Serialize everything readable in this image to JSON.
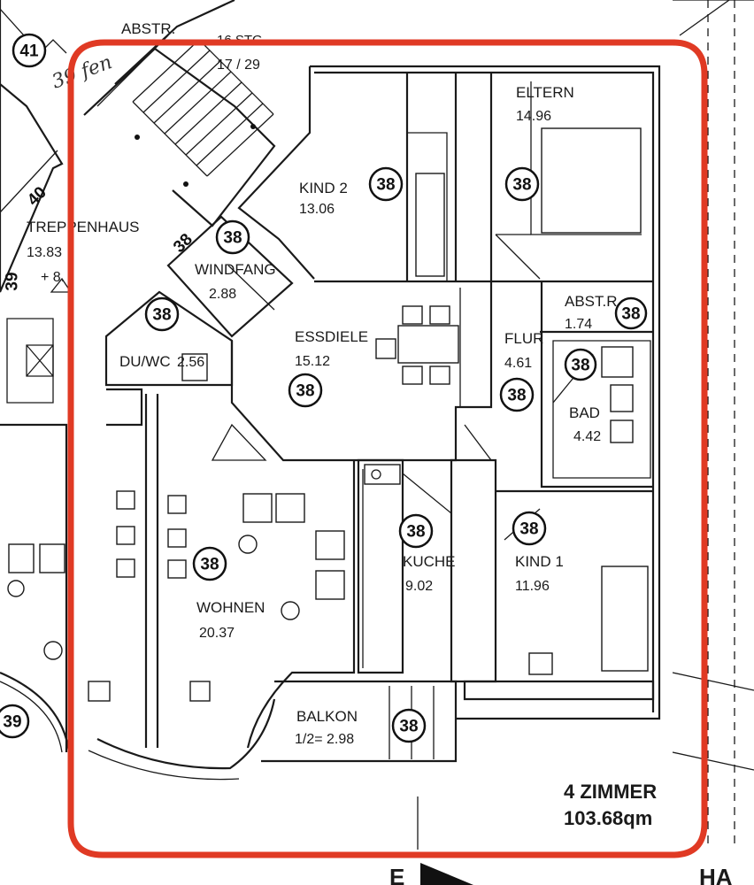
{
  "rooms": {
    "eltern": {
      "name": "ELTERN",
      "area": "14.96"
    },
    "kind2": {
      "name": "KIND 2",
      "area": "13.06"
    },
    "treppenhaus": {
      "name": "TREPPENHAUS",
      "area": "13.83"
    },
    "windfang": {
      "name": "WINDFANG",
      "area": "2.88"
    },
    "abstr_top": {
      "name": "ABSTR."
    },
    "abstr": {
      "name": "ABST.R.",
      "area": "1.74"
    },
    "essdiele": {
      "name": "ESSDIELE",
      "area": "15.12"
    },
    "flur": {
      "name": "FLUR",
      "area": "4.61"
    },
    "duwc": {
      "name": "DU/WC",
      "area": "2.56"
    },
    "bad": {
      "name": "BAD",
      "area": "4.42"
    },
    "kuche": {
      "name": "KUCHE",
      "area": "9.02"
    },
    "kind1": {
      "name": "KIND 1",
      "area": "11.96"
    },
    "wohnen": {
      "name": "WOHNEN",
      "area": "20.37"
    },
    "balkon": {
      "name": "BALKON",
      "area": "1/2= 2.98"
    }
  },
  "tags": {
    "unit": "38",
    "neighbor_41": "41",
    "neighbor_40": "40",
    "neighbor_39": "39",
    "stair_unit": "38"
  },
  "stairs": {
    "label": "16 STG",
    "ratio": "17 / 29"
  },
  "stair_note": "+ 8.",
  "handwritten": "39 fen",
  "summary": {
    "rooms": "4 ZIMMER",
    "area": "103.68qm"
  },
  "section_marker": "E",
  "edge_text": "HA",
  "colors": {
    "highlight": "#e03a24",
    "ink": "#1a1a1a"
  }
}
